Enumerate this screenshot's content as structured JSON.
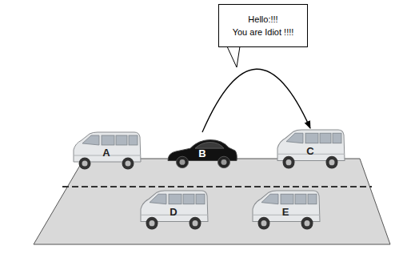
{
  "diagram": {
    "nodes": [
      {
        "text": [
          "Hello:!!!",
          "You are Idiot !!!!"
        ]
      },
      {
        "text": [
          "A"
        ]
      },
      {
        "text": [
          "B"
        ]
      },
      {
        "text": [
          "C"
        ]
      },
      {
        "text": [
          "D"
        ]
      },
      {
        "text": [
          "E"
        ]
      }
    ],
    "edges": [
      {
        "from": 2,
        "to": 3,
        "arrow": "to"
      }
    ]
  }
}
